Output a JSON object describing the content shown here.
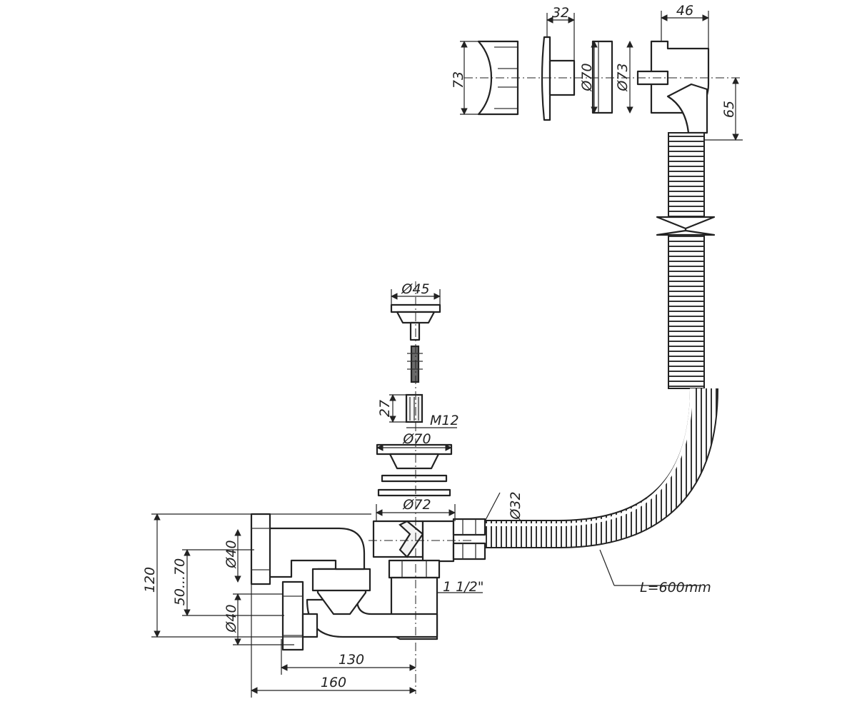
{
  "dimensions": {
    "overflow_cover_height": "73",
    "overflow_rosette_width": "32",
    "overflow_diameter_70": "Ø70",
    "overflow_diameter_73": "Ø73",
    "overflow_body_width": "46",
    "overflow_offset": "65",
    "plug_diameter": "Ø45",
    "bolt_length": "27",
    "bolt_thread": "M12",
    "drain_grate_diameter": "Ø70",
    "drain_body_diameter": "Ø72",
    "hose_diameter": "Ø32",
    "hose_length": "L=600mm",
    "outlet_thread": "1 1/2\"",
    "outlet_upper_diameter": "Ø40",
    "outlet_lower_diameter": "Ø40",
    "total_height": "120",
    "adjust_range": "50...70",
    "length_130": "130",
    "length_160": "160"
  }
}
